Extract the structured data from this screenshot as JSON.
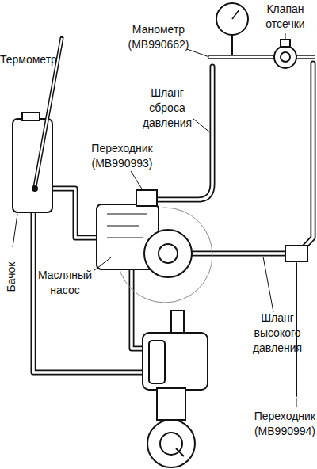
{
  "diagram": {
    "labels": [
      "Клапан отсечки",
      "Манометр (MB990662)",
      "Термометр",
      "Шланг сброса давления",
      "Переходник (MB990993)",
      "Масляный насос",
      "Бачок",
      "Шланг высокого давления",
      "Переходник (MB990994)"
    ]
  }
}
